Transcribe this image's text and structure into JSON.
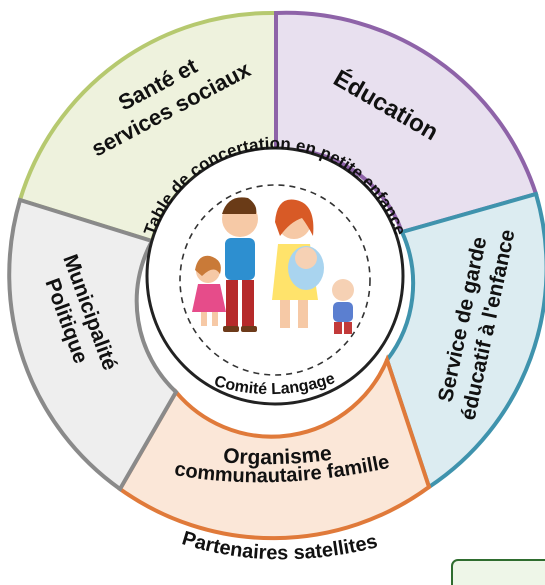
{
  "diagram": {
    "segments": [
      {
        "id": "sante",
        "lines": [
          "Santé et",
          "services sociaux"
        ],
        "fill": "#eef2dd",
        "stroke": "#b6c96f"
      },
      {
        "id": "education",
        "lines": [
          "Éducation"
        ],
        "fill": "#e8e0ef",
        "stroke": "#8e63a8"
      },
      {
        "id": "garde",
        "lines": [
          "Service de garde",
          "éducatif à l'enfance"
        ],
        "fill": "#dcecf1",
        "stroke": "#3f93ad"
      },
      {
        "id": "organisme",
        "lines": [
          "Organisme",
          "communautaire famille"
        ],
        "fill": "#fbe7d8",
        "stroke": "#e07a3a"
      },
      {
        "id": "municipalite",
        "lines": [
          "Municipalité",
          "Politique"
        ],
        "fill": "#eeeeee",
        "stroke": "#8a8a8a"
      }
    ],
    "inner_ring_text": "Table de concertation en petite enfance",
    "inner_bottom_text": "Comité Langage",
    "outer_caption": "Partenaires satellites",
    "colors": {
      "inner_circle_border": "#222222",
      "dashed_ring": "#333333"
    },
    "family_icon": "family-illustration-icon"
  }
}
